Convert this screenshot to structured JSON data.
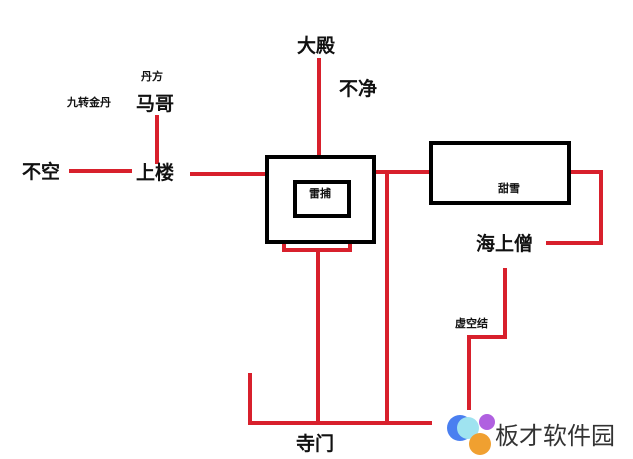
{
  "labels": {
    "main_hall": "大殿",
    "bujing": "不净",
    "danfang": "丹方",
    "jiuzhuan_jindan": "九转金丹",
    "mage": "马哥",
    "bukong": "不空",
    "upstairs": "上楼",
    "leibu": "雷捕",
    "tianxue": "甜雪",
    "haishangseng": "海上僧",
    "xukongjie": "虚空结",
    "temple_gate": "寺门"
  },
  "watermark": {
    "text": "板才软件园"
  },
  "colors": {
    "path": "#d8202c",
    "room": "#000000"
  }
}
